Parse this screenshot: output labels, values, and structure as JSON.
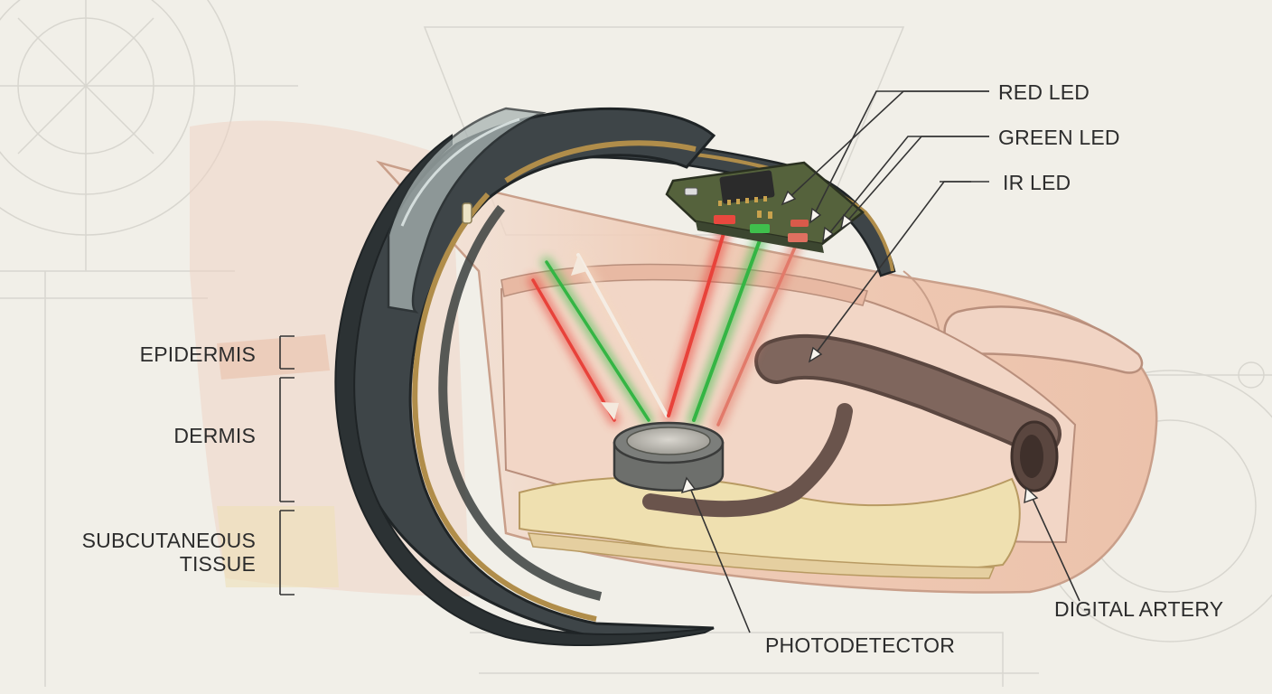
{
  "labels": {
    "red_led": "RED LED",
    "green_led": "GREEN LED",
    "ir_led": "IR LED",
    "epidermis": "EPIDERMIS",
    "dermis": "DERMIS",
    "subcutaneous_line1": "SUBCUTANEOUS",
    "subcutaneous_line2": "TISSUE",
    "photodetector": "PHOTODETECTOR",
    "digital_artery": "DIGITAL ARTERY"
  },
  "colors": {
    "background": "#f1efe8",
    "ring_dark": "#3e4548",
    "ring_gold": "#b08d4a",
    "red_beam": "#e8423a",
    "green_beam": "#3bbf4a",
    "ir_beam": "#e27a6a",
    "skin": "#f0cdb4",
    "fat": "#efe0b0",
    "artery": "#7a625a"
  }
}
